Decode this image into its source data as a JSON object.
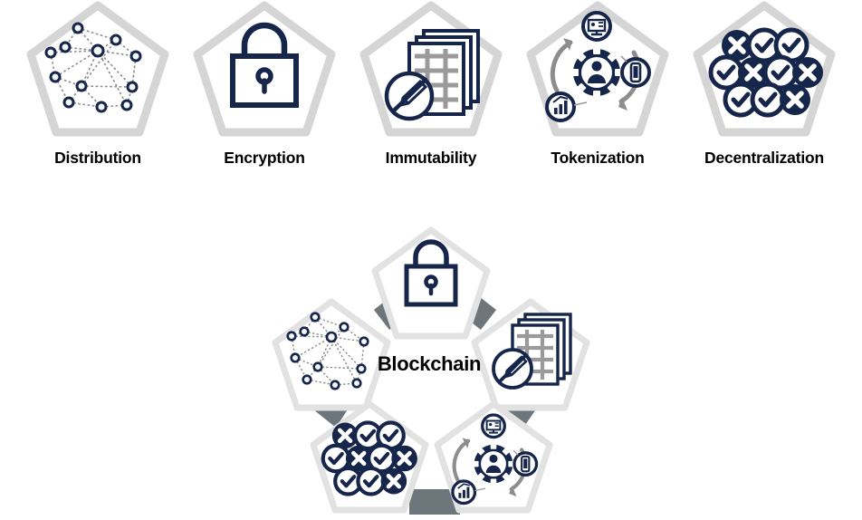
{
  "diagram": {
    "title": "Blockchain",
    "center_label": "Blockchain",
    "colors": {
      "navy": "#16264a",
      "pentagon_border": "#d5d5d5",
      "pentagon_fill": "#ffffff",
      "connector": "#6d767a",
      "grid_gray": "#9a9a9a",
      "dotted_line": "#8d8d8d",
      "label_text": "#000000",
      "background": "#ffffff"
    },
    "top_row": {
      "items": [
        {
          "label": "Distribution",
          "icon": "network-nodes-icon",
          "icon_name": "distribution-network-icon"
        },
        {
          "label": "Encryption",
          "icon": "padlock-icon",
          "icon_name": "encryption-padlock-icon"
        },
        {
          "label": "Immutability",
          "icon": "no-edit-documents-icon",
          "icon_name": "immutability-documents-icon"
        },
        {
          "label": "Tokenization",
          "icon": "token-cycle-icon",
          "icon_name": "tokenization-token-icon"
        },
        {
          "label": "Decentralization",
          "icon": "check-x-grid-icon",
          "icon_name": "decentralization-grid-icon"
        }
      ]
    },
    "cycle": {
      "nodes": [
        {
          "position": "top",
          "label": "Encryption",
          "icon": "padlock-icon"
        },
        {
          "position": "right",
          "label": "Immutability",
          "icon": "no-edit-documents-icon"
        },
        {
          "position": "bottom-right",
          "label": "Tokenization",
          "icon": "token-cycle-icon"
        },
        {
          "position": "bottom-left",
          "label": "Decentralization",
          "icon": "check-x-grid-icon"
        },
        {
          "position": "left",
          "label": "Distribution",
          "icon": "network-nodes-icon"
        }
      ],
      "connector_count": 5
    },
    "icon_details": {
      "decentralization_grid": {
        "row1": [
          "x",
          "check",
          "check"
        ],
        "row2": [
          "check",
          "x",
          "check",
          "x"
        ],
        "row3": [
          "check",
          "check",
          "x"
        ]
      },
      "tokenization": {
        "center": "user-token-chip",
        "satellites": [
          "monitor-icon",
          "mobile-device-icon",
          "bar-chart-icon"
        ],
        "arrows": 2
      },
      "immutability": {
        "documents": 3,
        "prohibition": "no-pencil-icon"
      },
      "distribution": {
        "node_count": 12
      }
    }
  }
}
